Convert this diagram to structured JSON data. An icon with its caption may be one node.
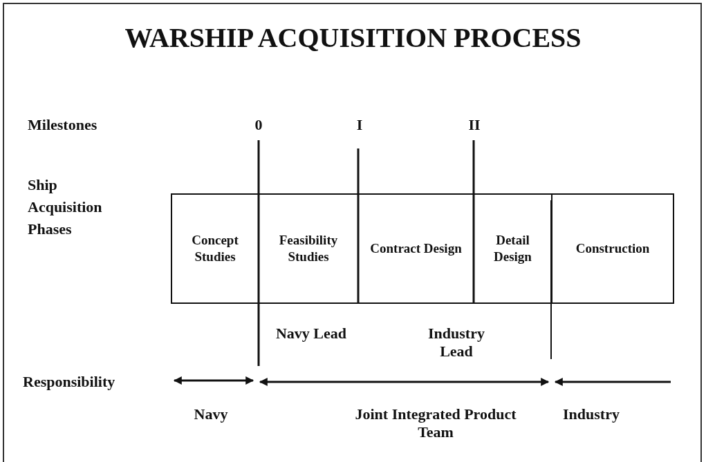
{
  "diagram": {
    "title": "WARSHIP ACQUISITION PROCESS",
    "nodes": [
      {
        "text": [
          "Concept Studies"
        ]
      },
      {
        "text": [
          "Feasibility Studies"
        ]
      },
      {
        "text": [
          "Contract Design"
        ]
      },
      {
        "text": [
          "Detail Design"
        ]
      },
      {
        "text": [
          "Construction"
        ]
      }
    ],
    "labels": [
      "Milestones",
      "0",
      "I",
      "II",
      "Ship Acquisition Phases",
      "Navy Lead",
      "Industry Lead",
      "Responsibility",
      "Navy",
      "Joint Integrated Product Team",
      "Industry"
    ]
  }
}
